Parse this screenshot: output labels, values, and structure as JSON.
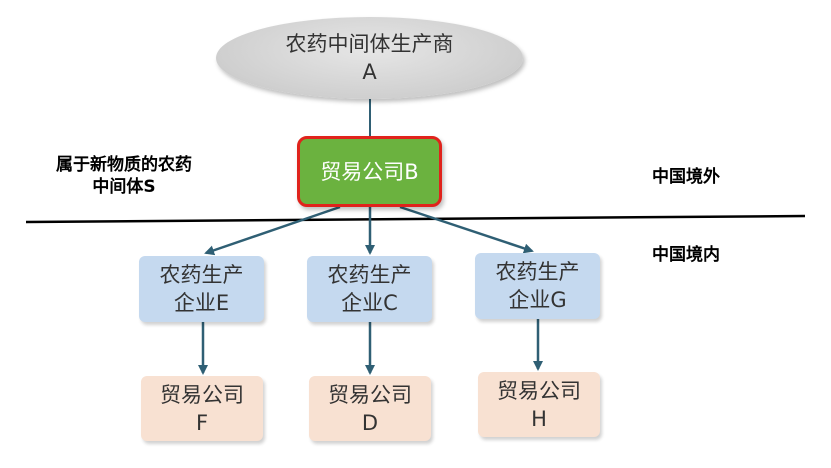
{
  "diagram": {
    "top_producer": {
      "line1": "农药中间体生产商",
      "line2": "A"
    },
    "trader_b": {
      "label": "贸易公司B"
    },
    "intermediate_label": {
      "line1": "属于新物质的农药",
      "line2": "中间体S"
    },
    "region_outside": "中国境外",
    "region_inside": "中国境内",
    "producers": [
      {
        "line1": "农药生产",
        "line2": "企业E"
      },
      {
        "line1": "农药生产",
        "line2": "企业C"
      },
      {
        "line1": "农药生产",
        "line2": "企业G"
      }
    ],
    "traders": [
      {
        "line1": "贸易公司",
        "line2": "F"
      },
      {
        "line1": "贸易公司",
        "line2": "D"
      },
      {
        "line1": "贸易公司",
        "line2": "H"
      }
    ]
  },
  "colors": {
    "ellipse_fill": "#cfcfcf",
    "trader_b_fill": "#6bb23f",
    "trader_b_border": "#e0231c",
    "producer_fill": "#c5d9ef",
    "trader_fill": "#f8e1d2",
    "arrow": "#2f5f74",
    "divider": "#000000"
  }
}
